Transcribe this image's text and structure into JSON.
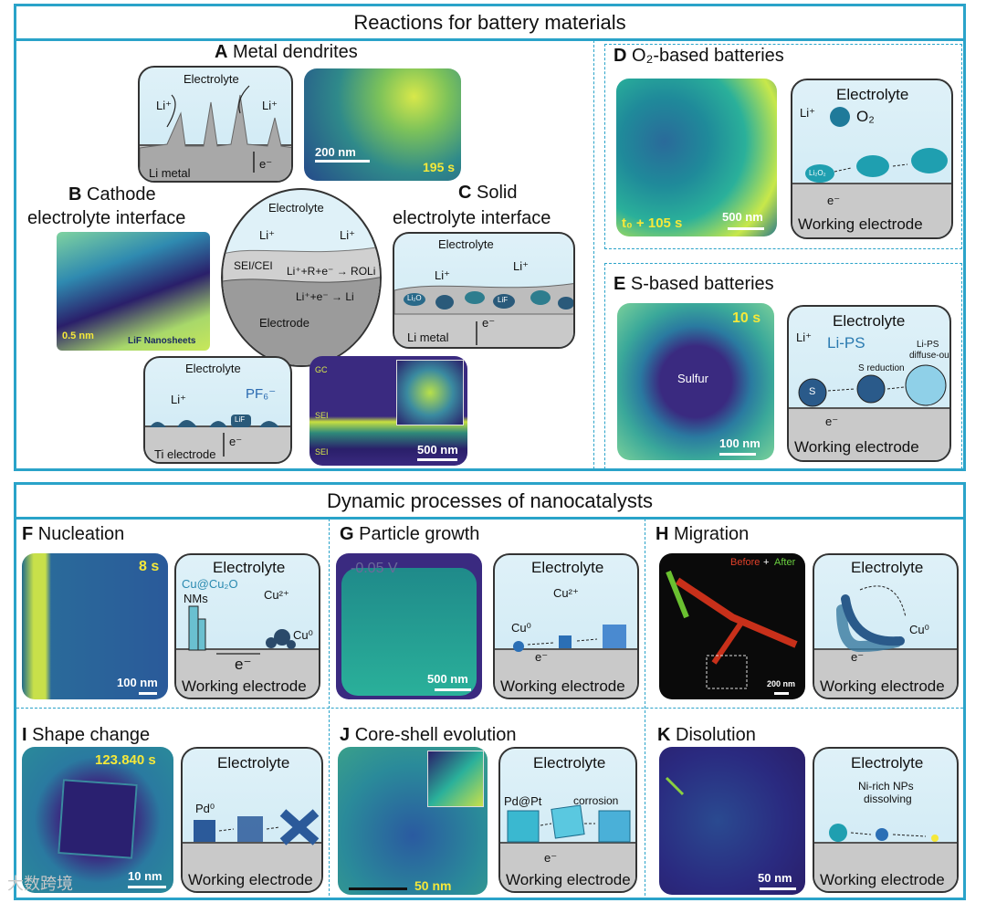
{
  "top": {
    "title": "Reactions for battery materials",
    "A": {
      "letter": "A",
      "title": "Metal dendrites",
      "electrolyte": "Electrolyte",
      "li_plus": "Li⁺",
      "li_metal": "Li metal",
      "e_minus": "e⁻",
      "scale": "200 nm",
      "time": "195 s"
    },
    "B": {
      "letter": "B",
      "title_line1": "Cathode",
      "title_line2": "electrolyte interface",
      "scale": "0.5 nm",
      "lif_label": "LiF Nanosheets"
    },
    "center": {
      "electrolyte": "Electrolyte",
      "li_plus": "Li⁺",
      "sei_cei": "SEI/CEI",
      "reaction1": "Li⁺+R+e⁻ → ROLi",
      "reaction2": "Li⁺+e⁻ → Li",
      "electrode": "Electrode"
    },
    "C": {
      "letter": "C",
      "title_line1": "Solid",
      "title_line2": "electrolyte interface",
      "electrolyte": "Electrolyte",
      "li_plus": "Li⁺",
      "li2o": "Li₂O",
      "lif": "LiF",
      "e_minus": "e⁻",
      "li_metal": "Li metal"
    },
    "pf6": {
      "electrolyte": "Electrolyte",
      "li_plus": "Li⁺",
      "pf6": "PF₆⁻",
      "lif": "LiF",
      "e_minus": "e⁻",
      "ti_electrode": "Ti electrode"
    },
    "sei_micro": {
      "gc": "GC",
      "sei1": "SEI",
      "sei2": "SEI",
      "scale": "500 nm"
    },
    "D": {
      "letter": "D",
      "title": "O₂-based batteries",
      "time": "t₀ + 105 s",
      "scale": "500 nm",
      "electrolyte": "Electrolyte",
      "li_plus": "Li⁺",
      "o2": "O₂",
      "li2o2": "Li₂O₂",
      "e_minus": "e⁻",
      "electrode": "Working electrode"
    },
    "E": {
      "letter": "E",
      "title": "S-based batteries",
      "time": "10 s",
      "sulfur": "Sulfur",
      "scale": "100 nm",
      "electrolyte": "Electrolyte",
      "li_plus": "Li⁺",
      "li_ps": "Li-PS",
      "s_reduction": "S reduction",
      "li_ps_diffuse1": "Li-PS",
      "li_ps_diffuse2": "diffuse-out",
      "s": "S",
      "e_minus": "e⁻",
      "electrode": "Working electrode"
    }
  },
  "bottom": {
    "title": "Dynamic processes of nanocatalysts",
    "F": {
      "letter": "F",
      "title": "Nucleation",
      "time": "8 s",
      "scale": "100 nm",
      "electrolyte": "Electrolyte",
      "cu_cu2o": "Cu@Cu₂O",
      "nms": "NMs",
      "cu2": "Cu²⁺",
      "cu0": "Cu⁰",
      "e_minus": "e⁻",
      "electrode": "Working electrode"
    },
    "G": {
      "letter": "G",
      "title": "Particle growth",
      "voltage": "-0.05 V",
      "scale": "500 nm",
      "electrolyte": "Electrolyte",
      "cu2": "Cu²⁺",
      "cu0": "Cu⁰",
      "e_minus": "e⁻",
      "electrode": "Working electrode"
    },
    "H": {
      "letter": "H",
      "title": "Migration",
      "before": "Before",
      "plus": " + ",
      "after": "After",
      "scale": "200 nm",
      "electrolyte": "Electrolyte",
      "cu0": "Cu⁰",
      "e_minus": "e⁻",
      "electrode": "Working electrode"
    },
    "I": {
      "letter": "I",
      "title": "Shape change",
      "time": "123.840 s",
      "scale": "10 nm",
      "electrolyte": "Electrolyte",
      "pd0": "Pd⁰",
      "electrode": "Working electrode"
    },
    "J": {
      "letter": "J",
      "title": "Core-shell evolution",
      "scale": "50 nm",
      "electrolyte": "Electrolyte",
      "pd_pt": "Pd@Pt",
      "corrosion": "corrosion",
      "e_minus": "e⁻",
      "electrode": "Working electrode"
    },
    "K": {
      "letter": "K",
      "title": "Disolution",
      "scale": "50 nm",
      "electrolyte": "Electrolyte",
      "ni_rich1": "Ni-rich NPs",
      "ni_rich2": "dissolving",
      "electrode": "Working electrode"
    }
  },
  "watermark": "大数跨境",
  "colors": {
    "frame": "#2aa3c9",
    "micro_dark": "#2c1f6b",
    "micro_mid": "#1f7a8a",
    "micro_bright": "#cfe83a",
    "particle_teal": "#1f9fb0",
    "particle_blue": "#2b6fb5"
  }
}
